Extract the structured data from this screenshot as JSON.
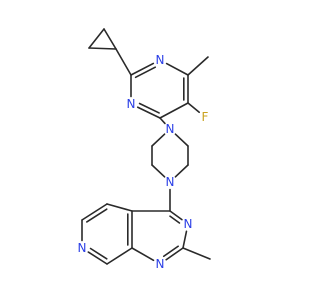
{
  "molecule": {
    "colors": {
      "bond": "#2a2a2a",
      "N": "#2b3fe6",
      "F": "#c9a21f",
      "background": "#ffffff"
    },
    "atoms": [
      {
        "id": "cp1",
        "element": "C"
      },
      {
        "id": "cp2",
        "element": "C"
      },
      {
        "id": "cp3",
        "element": "C"
      },
      {
        "id": "p_c2",
        "element": "C"
      },
      {
        "id": "p_n1",
        "element": "N",
        "label": "N"
      },
      {
        "id": "p_c6",
        "element": "C"
      },
      {
        "id": "me1",
        "element": "C"
      },
      {
        "id": "p_c5",
        "element": "C"
      },
      {
        "id": "f1",
        "element": "F",
        "label": "F"
      },
      {
        "id": "p_c4",
        "element": "C"
      },
      {
        "id": "p_n3",
        "element": "N",
        "label": "N"
      },
      {
        "id": "pz_n1",
        "element": "N",
        "label": "N"
      },
      {
        "id": "pz_c2",
        "element": "C"
      },
      {
        "id": "pz_c3",
        "element": "C"
      },
      {
        "id": "pz_n4",
        "element": "N",
        "label": "N"
      },
      {
        "id": "pz_c5",
        "element": "C"
      },
      {
        "id": "pz_c6",
        "element": "C"
      },
      {
        "id": "q_c4",
        "element": "C"
      },
      {
        "id": "q_n3",
        "element": "N",
        "label": "N"
      },
      {
        "id": "q_c2",
        "element": "C"
      },
      {
        "id": "me2",
        "element": "C"
      },
      {
        "id": "q_n1",
        "element": "N",
        "label": "N"
      },
      {
        "id": "q_c8a",
        "element": "C"
      },
      {
        "id": "q_c8",
        "element": "C"
      },
      {
        "id": "q_n7",
        "element": "N",
        "label": "N"
      },
      {
        "id": "q_c6",
        "element": "C"
      },
      {
        "id": "q_c5",
        "element": "C"
      },
      {
        "id": "q_c4a",
        "element": "C"
      }
    ],
    "bonds": [
      {
        "a": "cp1",
        "b": "cp2",
        "order": 1
      },
      {
        "a": "cp2",
        "b": "cp3",
        "order": 1
      },
      {
        "a": "cp3",
        "b": "cp1",
        "order": 1
      },
      {
        "a": "cp1",
        "b": "p_c2",
        "order": 1
      },
      {
        "a": "p_c2",
        "b": "p_n1",
        "order": 2
      },
      {
        "a": "p_n1",
        "b": "p_c6",
        "order": 1
      },
      {
        "a": "p_c6",
        "b": "me1",
        "order": 1
      },
      {
        "a": "p_c6",
        "b": "p_c5",
        "order": 2
      },
      {
        "a": "p_c5",
        "b": "f1",
        "order": 1
      },
      {
        "a": "p_c5",
        "b": "p_c4",
        "order": 1
      },
      {
        "a": "p_c4",
        "b": "p_n3",
        "order": 2
      },
      {
        "a": "p_n3",
        "b": "p_c2",
        "order": 1
      },
      {
        "a": "p_c4",
        "b": "pz_n1",
        "order": 1
      },
      {
        "a": "pz_n1",
        "b": "pz_c2",
        "order": 1
      },
      {
        "a": "pz_c2",
        "b": "pz_c3",
        "order": 1
      },
      {
        "a": "pz_c3",
        "b": "pz_n4",
        "order": 1
      },
      {
        "a": "pz_n4",
        "b": "pz_c5",
        "order": 1
      },
      {
        "a": "pz_c5",
        "b": "pz_c6",
        "order": 1
      },
      {
        "a": "pz_c6",
        "b": "pz_n1",
        "order": 1
      },
      {
        "a": "pz_n4",
        "b": "q_c4",
        "order": 1
      },
      {
        "a": "q_c4",
        "b": "q_n3",
        "order": 2
      },
      {
        "a": "q_n3",
        "b": "q_c2",
        "order": 1
      },
      {
        "a": "q_c2",
        "b": "me2",
        "order": 1
      },
      {
        "a": "q_c2",
        "b": "q_n1",
        "order": 2
      },
      {
        "a": "q_n1",
        "b": "q_c8a",
        "order": 1
      },
      {
        "a": "q_c8a",
        "b": "q_c4a",
        "order": 2
      },
      {
        "a": "q_c4a",
        "b": "q_c4",
        "order": 1
      },
      {
        "a": "q_c4a",
        "b": "q_c5",
        "order": 1
      },
      {
        "a": "q_c5",
        "b": "q_c6",
        "order": 2
      },
      {
        "a": "q_c6",
        "b": "q_n7",
        "order": 1
      },
      {
        "a": "q_n7",
        "b": "q_c8",
        "order": 2
      },
      {
        "a": "q_c8",
        "b": "q_c8a",
        "order": 1
      }
    ]
  }
}
